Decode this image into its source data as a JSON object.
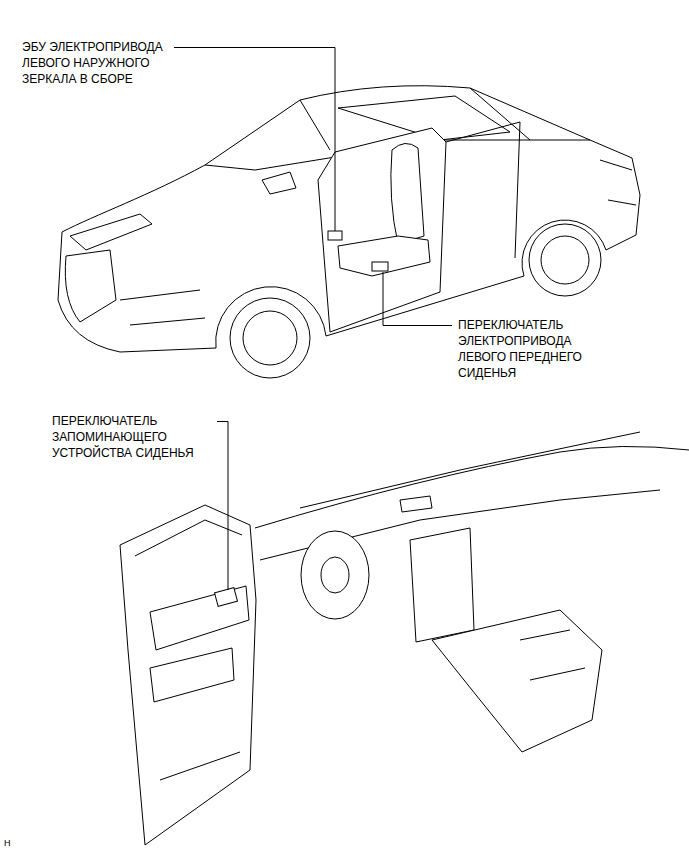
{
  "diagram": {
    "labels": [
      "ЭБУ ЭЛЕКТРОПРИВОДА ЛЕВОГО НАРУЖНОГО ЗЕРКАЛА В СБОРЕ",
      "ПЕРЕКЛЮЧАТЕЛЬ ЭЛЕКТРОПРИВОДА ЛЕВОГО ПЕРЕДНЕГО СИДЕНЬЯ",
      "ПЕРЕКЛЮЧАТЕЛЬ ЗАПОМИНАЮЩЕГО УСТРОЙСТВА СИДЕНЬЯ",
      "H"
    ]
  }
}
